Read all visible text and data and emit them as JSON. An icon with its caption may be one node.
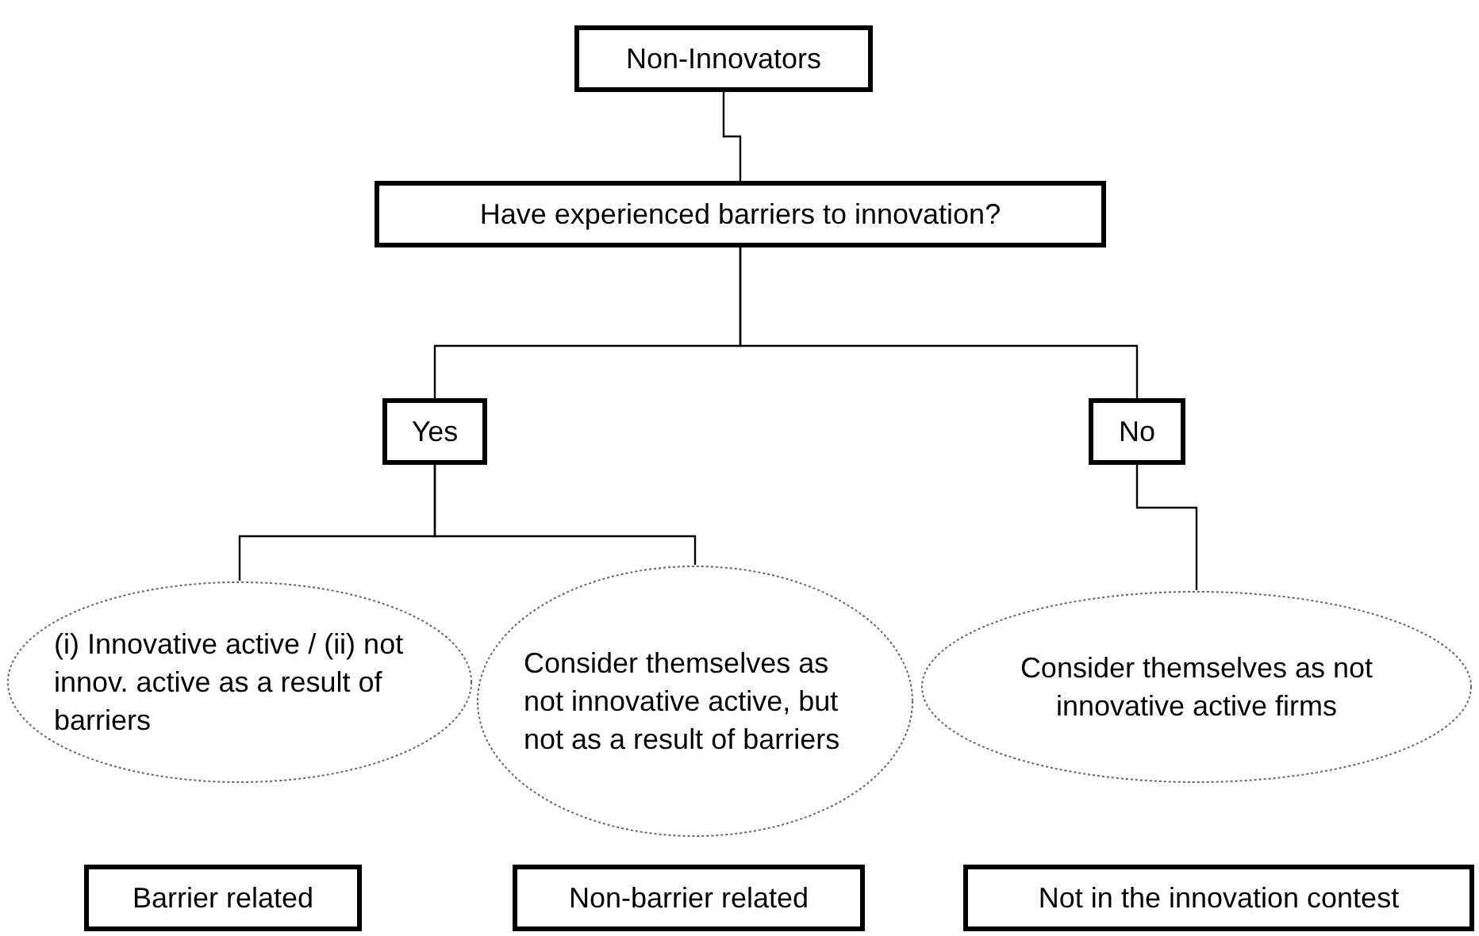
{
  "diagram": {
    "nodes": [
      {
        "text": [
          "Non-Innovators"
        ]
      },
      {
        "text": [
          "Have experienced barriers to innovation?"
        ]
      },
      {
        "text": [
          "Yes"
        ]
      },
      {
        "text": [
          "No"
        ]
      },
      {
        "text": [
          "(i) Innovative active / (ii) not innov.  active as a result of barriers"
        ]
      },
      {
        "text": [
          "Consider themselves as not innovative active, but not as a result of barriers"
        ]
      },
      {
        "text": [
          "Consider themselves as not innovative active firms"
        ]
      },
      {
        "text": [
          "Barrier related"
        ]
      },
      {
        "text": [
          "Non-barrier related"
        ]
      },
      {
        "text": [
          "Not in the innovation contest"
        ]
      }
    ],
    "edges": [
      {
        "from": 0,
        "to": 1,
        "arrow": "none"
      },
      {
        "from": 1,
        "to": 2,
        "arrow": "none"
      },
      {
        "from": 1,
        "to": 3,
        "arrow": "none"
      },
      {
        "from": 2,
        "to": 4,
        "arrow": "none"
      },
      {
        "from": 2,
        "to": 5,
        "arrow": "none"
      },
      {
        "from": 3,
        "to": 6,
        "arrow": "none"
      }
    ]
  }
}
